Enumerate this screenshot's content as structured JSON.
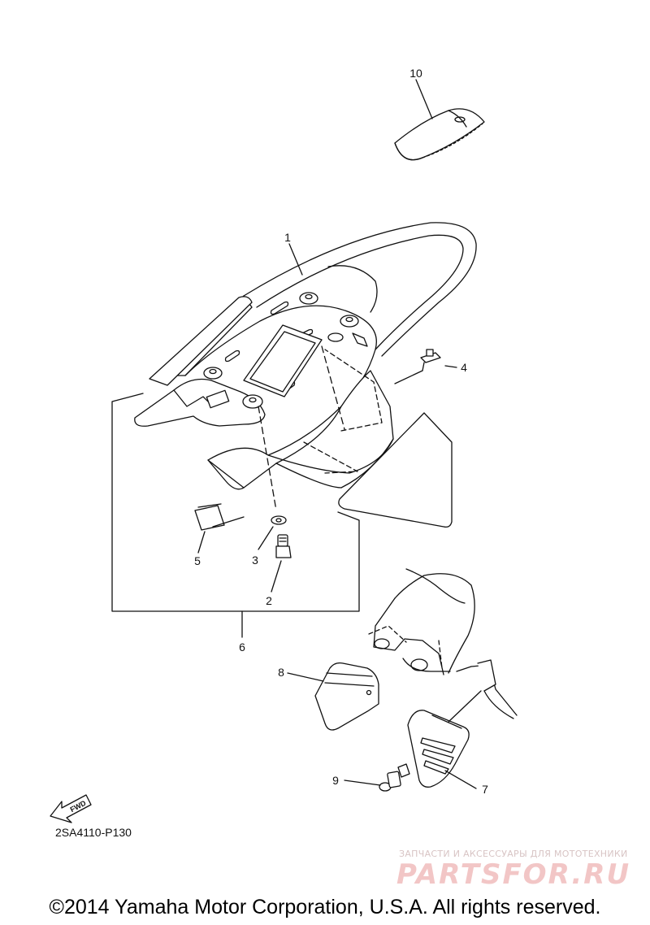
{
  "diagram": {
    "callouts": [
      {
        "id": "callout-1",
        "text": "1"
      },
      {
        "id": "callout-2",
        "text": "2"
      },
      {
        "id": "callout-3",
        "text": "3"
      },
      {
        "id": "callout-4",
        "text": "4"
      },
      {
        "id": "callout-5",
        "text": "5"
      },
      {
        "id": "callout-6",
        "text": "6"
      },
      {
        "id": "callout-7",
        "text": "7"
      },
      {
        "id": "callout-8",
        "text": "8"
      },
      {
        "id": "callout-9",
        "text": "9"
      },
      {
        "id": "callout-10",
        "text": "10"
      }
    ],
    "fwd_badge": "FWD",
    "diagram_code": "2SA4110-P130"
  },
  "watermark": {
    "tagline": "ЗАПЧАСТИ И АКСЕССУАРЫ ДЛЯ МОТОТЕХНИКИ",
    "logo": "PARTSFOR.RU"
  },
  "footer": {
    "copyright": "©2014 Yamaha Motor Corporation, U.S.A. All rights reserved."
  },
  "colors": {
    "line": "#111111",
    "watermark": "#e8a6a6"
  }
}
